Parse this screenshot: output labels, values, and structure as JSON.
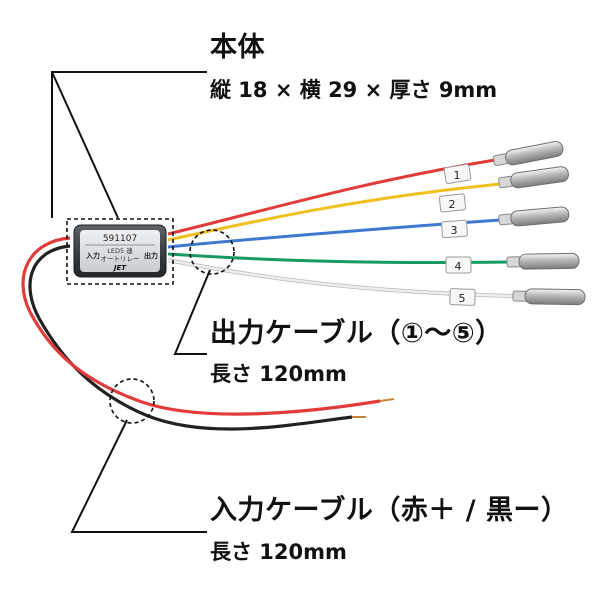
{
  "callouts": {
    "body": {
      "title": "本体",
      "subtitle": "縦 18 × 横 29 × 厚さ 9mm"
    },
    "output": {
      "title": "出力ケーブル（①〜⑤）",
      "subtitle": "長さ 120mm"
    },
    "input": {
      "title": "入力ケーブル（赤＋ / 黒ー）",
      "subtitle": "長さ 120mm"
    }
  },
  "module": {
    "model": "591107",
    "name_line1": "LED5 連",
    "name_line2": "オートリレー",
    "left_label": "入力",
    "right_label": "出力",
    "brand": "JET"
  },
  "wires": [
    {
      "number": "1",
      "color": "#e23b3b"
    },
    {
      "number": "2",
      "color": "#f0c020"
    },
    {
      "number": "3",
      "color": "#3f78d1"
    },
    {
      "number": "4",
      "color": "#179a5f"
    },
    {
      "number": "5",
      "color": "#eeeeee"
    }
  ],
  "input_wires": {
    "positive_color": "#e23b3b",
    "negative_color": "#222222"
  }
}
